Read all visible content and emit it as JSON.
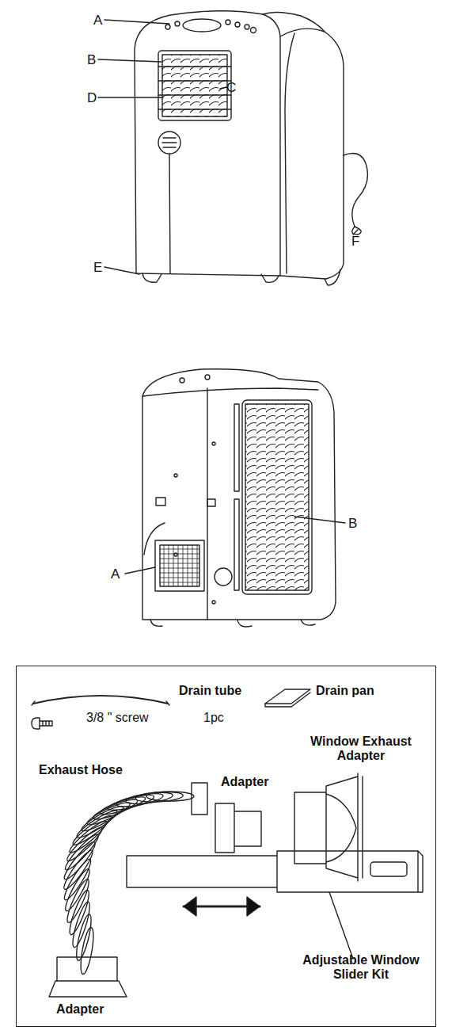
{
  "diagram": {
    "nodes": [
      {
        "text": [
          "Drain tube",
          "Drain pan",
          "3/8 \" screw",
          "1pc",
          "Exhaust Hose",
          "Adapter",
          "Window Exhaust Adapter",
          "Adjustable Window Slider Kit",
          "Adapter"
        ]
      }
    ],
    "labels": [
      "A",
      "B",
      "C",
      "D",
      "E",
      "F",
      "B",
      "A"
    ]
  }
}
